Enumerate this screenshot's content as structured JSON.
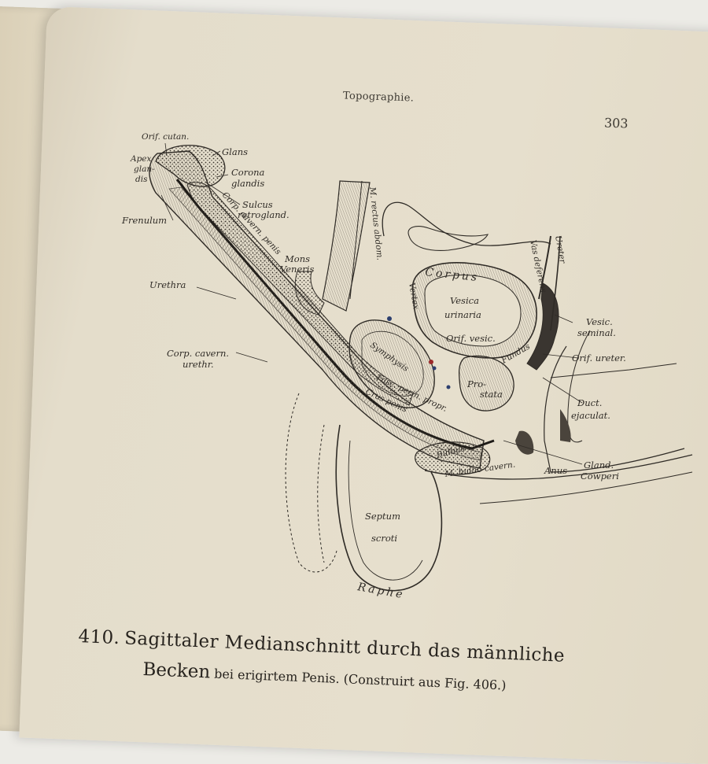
{
  "page": {
    "header": "Topographie.",
    "page_number": "303"
  },
  "figure": {
    "labels": {
      "orif_cutan": "Orif. cutan.",
      "glans": "Glans",
      "apex1": "Apex",
      "apex2": "glan-",
      "apex3": "dis",
      "corona1": "Corona",
      "corona2": "glandis",
      "sulcus1": "Sulcus",
      "sulcus2": "retrogland.",
      "frenulum": "Frenulum",
      "m_rectus": "M. rectus abdom.",
      "mons1": "Mons",
      "mons2": "Veneris",
      "urethra": "Urethra",
      "corp_cav_penis": "Corp. cavern. penis",
      "corpus": "Corpus",
      "vertex": "Vertex",
      "vesica1": "Vesica",
      "vesica2": "urinaria",
      "vas_deferens": "Vas deferens",
      "ureter": "Ureter",
      "vesic1": "Vesic.",
      "vesic2": "seminal.",
      "orif_vesic": "Orif. vesic.",
      "fundus": "Fundus",
      "orif_ureter": "Orif. ureter.",
      "corp_cav_ur1": "Corp. cavern.",
      "corp_cav_ur2": "urethr.",
      "symphysis": "Symphysis",
      "pro": "Pro-",
      "stata": "stata",
      "fasc": "Fasc. perin. propr.",
      "crus": "Crus penis",
      "duct1": "Duct.",
      "duct2": "ejaculat.",
      "bulbus": "Bulbus",
      "m_bulbo": "M. bulbo-cavern.",
      "anus": "Anus",
      "gland1": "Gland.",
      "gland2": "Cowperi",
      "septum1": "Septum",
      "septum2": "scroti",
      "raphe": "Raphe"
    }
  },
  "caption": {
    "number": "410.",
    "title_part1": "Sagittaler Medianschnitt durch das männliche",
    "title_part2": "Becken",
    "subtitle": "bei erigirtem Penis. (Construirt aus Fig. 406.)"
  },
  "colors": {
    "paper": "#e6dfcd",
    "ink": "#2f2b26",
    "vessel_red": "#9c2a2a",
    "vessel_blue": "#2d3f6e"
  }
}
